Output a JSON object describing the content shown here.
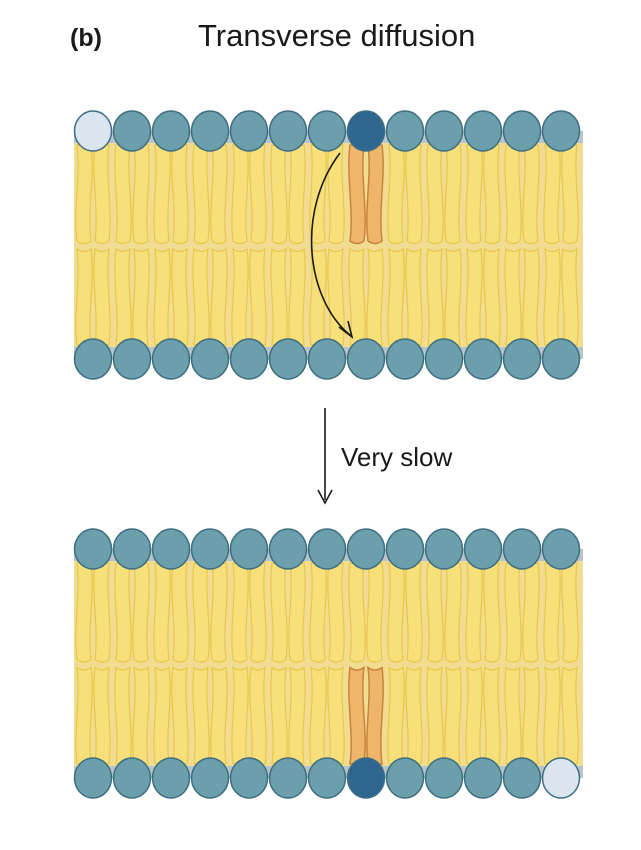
{
  "figure": {
    "panel_label": "(b)",
    "title": "Transverse diffusion",
    "step_label": "Very slow"
  },
  "colors": {
    "head": "#6b9fab",
    "head_dark": "#2f6690",
    "head_empty": "#dbe5ef",
    "tail": "#f7e07a",
    "tail_highlight": "#efb56a",
    "membrane_band": "#b7c4c9",
    "membrane_core": "#f2dc92"
  },
  "membranes": [
    {
      "name": "before",
      "top_heads": [
        "empty",
        "normal",
        "normal",
        "normal",
        "normal",
        "normal",
        "normal",
        "dark",
        "normal",
        "normal",
        "normal",
        "normal",
        "normal"
      ],
      "bottom_heads": [
        "normal",
        "normal",
        "normal",
        "normal",
        "normal",
        "normal",
        "normal",
        "normal",
        "normal",
        "normal",
        "normal",
        "normal",
        "normal"
      ],
      "highlight_lipid": {
        "leaflet": "top",
        "index": 7
      },
      "flip_arrow": true
    },
    {
      "name": "after",
      "top_heads": [
        "normal",
        "normal",
        "normal",
        "normal",
        "normal",
        "normal",
        "normal",
        "normal",
        "normal",
        "normal",
        "normal",
        "normal",
        "normal"
      ],
      "bottom_heads": [
        "normal",
        "normal",
        "normal",
        "normal",
        "normal",
        "normal",
        "normal",
        "dark",
        "normal",
        "normal",
        "normal",
        "normal",
        "empty"
      ],
      "highlight_lipid": {
        "leaflet": "bottom",
        "index": 7
      },
      "flip_arrow": false
    }
  ]
}
